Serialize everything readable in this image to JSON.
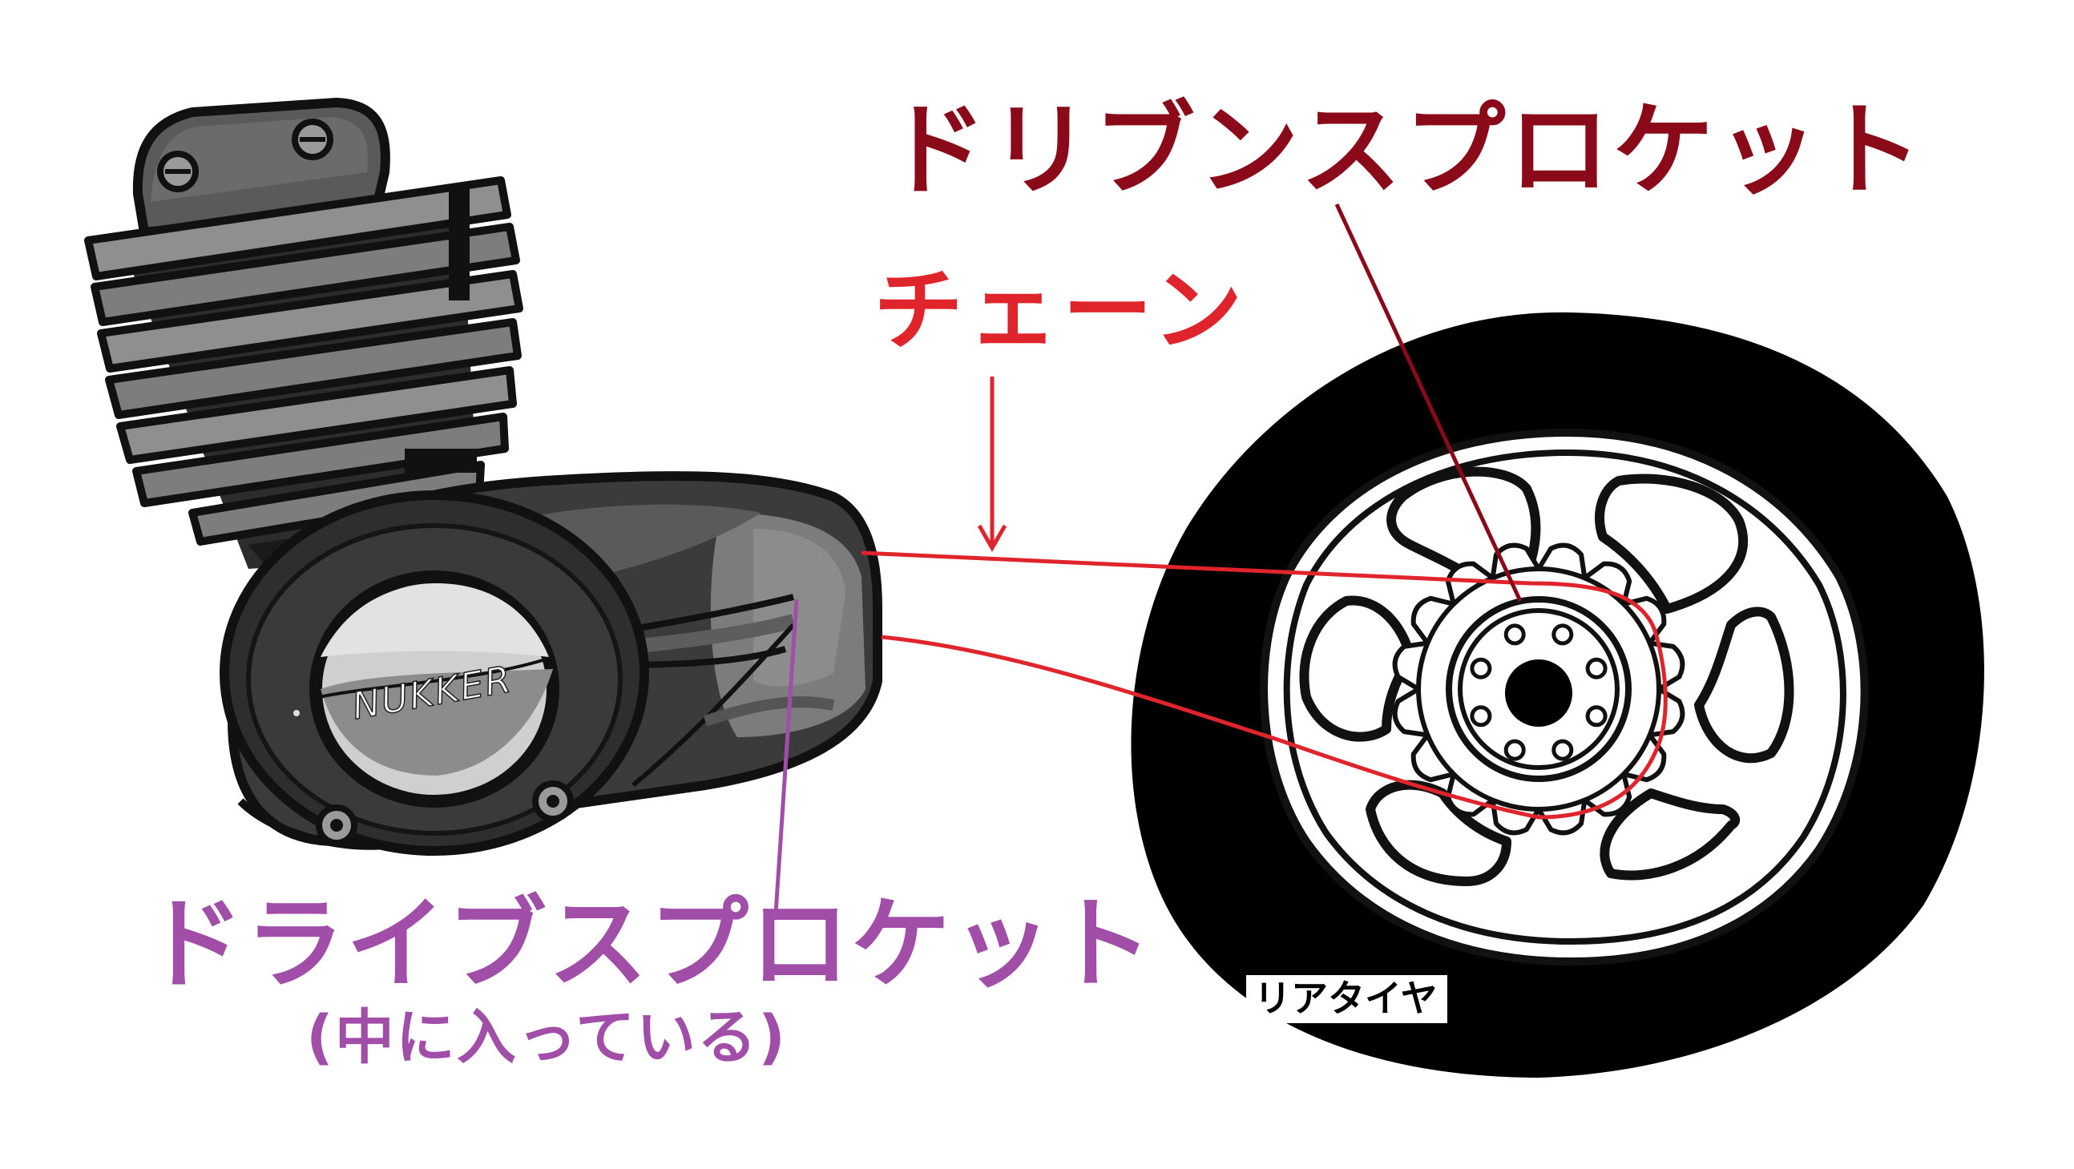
{
  "colors": {
    "driven_sprocket": "#8b0a1a",
    "chain": "#e0242c",
    "drive_sprocket": "#a04ea8",
    "tire": "#000000",
    "engine_dark": "#2d2d2d",
    "engine_mid": "#505050",
    "engine_light": "#8a8a8a",
    "background": "#ffffff"
  },
  "labels": {
    "driven_sprocket": "ドリブンスプロケット",
    "chain": "チェーン",
    "drive_sprocket": "ドライブスプロケット",
    "drive_sprocket_note": "(中に入っている)",
    "rear_tire": "リアタイヤ",
    "engine_brand": "NUKKER"
  },
  "icons": {
    "engine": "engine-illustration-icon",
    "rear_wheel": "rear-wheel-illustration-icon",
    "sprocket": "sprocket-gear-icon"
  }
}
